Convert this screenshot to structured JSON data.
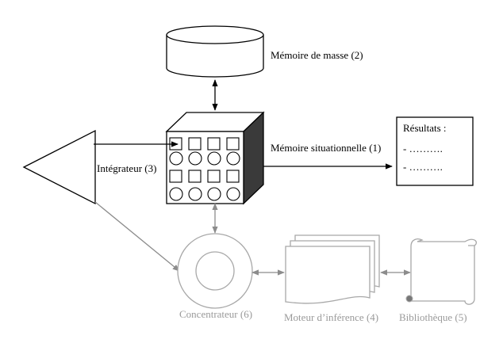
{
  "labels": {
    "memoire_masse": "Mémoire de masse (2)",
    "memoire_situationnelle": "Mémoire situationnelle (1)",
    "integrateur": "Intégrateur (3)",
    "concentrateur": "Concentrateur (6)",
    "moteur": "Moteur d’inférence (4)",
    "bibliotheque": "Bibliothèque (5)"
  },
  "resultats": {
    "title": "Résultats :",
    "lines": [
      "- ……….",
      "- ………."
    ]
  },
  "colors": {
    "main": "#000000",
    "faded_stroke": "#a8a8a8",
    "faded_text": "#9a9a9a"
  }
}
